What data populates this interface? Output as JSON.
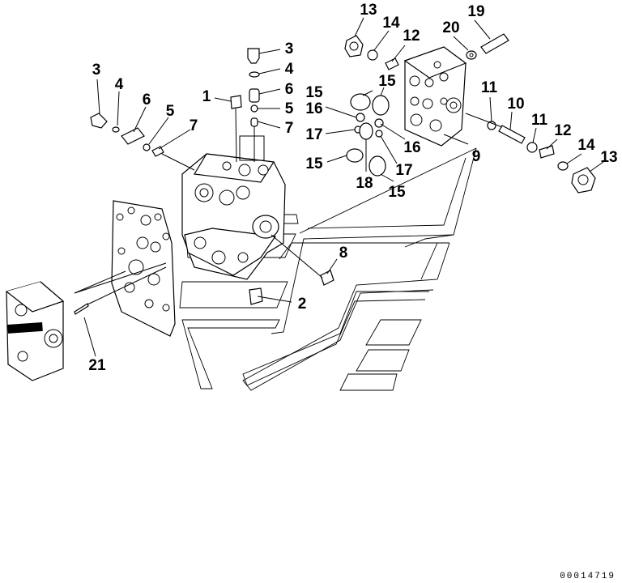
{
  "callouts": {
    "c1": "1",
    "c2": "2",
    "c3": "3",
    "c4": "4",
    "c5": "5",
    "c6": "6",
    "c7": "7",
    "c8": "8",
    "c9": "9",
    "c10": "10",
    "c11": "11",
    "c12": "12",
    "c13": "13",
    "c14": "14",
    "c15": "15",
    "c16": "16",
    "c17": "17",
    "c18": "18",
    "c19": "19",
    "c20": "20",
    "c21": "21"
  },
  "drawing_code": "00014719"
}
